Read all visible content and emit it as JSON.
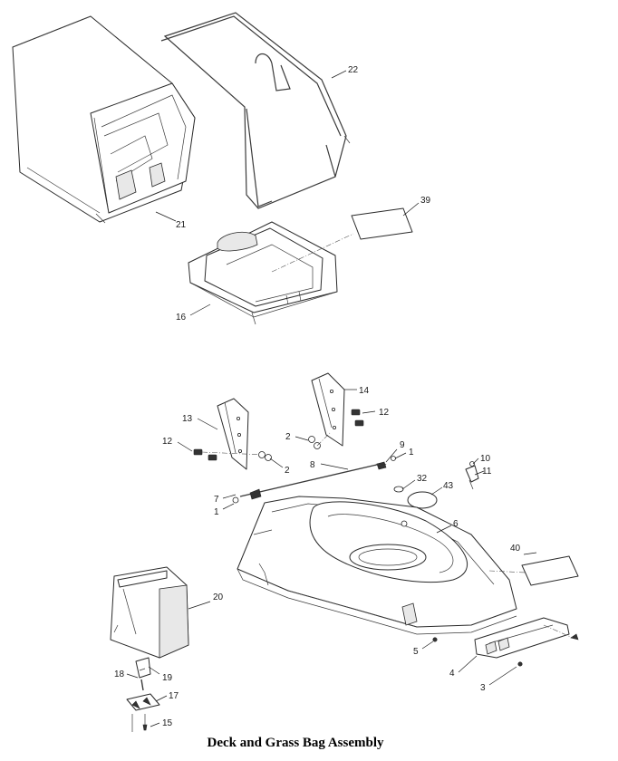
{
  "caption": "Deck and Grass Bag Assembly",
  "callouts": {
    "c21": "21",
    "c22": "22",
    "c39": "39",
    "c16": "16",
    "c14": "14",
    "c13": "13",
    "c12a": "12",
    "c12b": "12",
    "c2a": "2",
    "c2b": "2",
    "c9": "9",
    "c1a": "1",
    "c1b": "1",
    "c8": "8",
    "c10": "10",
    "c11": "11",
    "c32": "32",
    "c43": "43",
    "c7": "7",
    "c6": "6",
    "c40": "40",
    "c20": "20",
    "c5": "5",
    "c4": "4",
    "c3": "3",
    "c18": "18",
    "c19": "19",
    "c17": "17",
    "c15": "15"
  }
}
